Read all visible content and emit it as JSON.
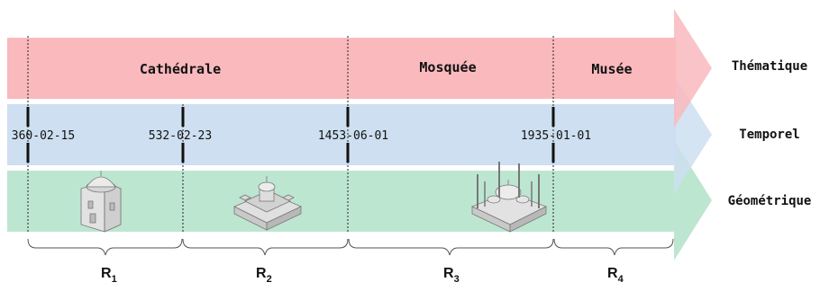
{
  "bands": {
    "thematic": {
      "label": "Thématique",
      "color": "#f9b9bd",
      "segments": [
        "Cathédrale",
        "Mosquée",
        "Musée"
      ]
    },
    "temporal": {
      "label": "Temporel",
      "color": "#cddff0",
      "dates": [
        "360-02-15",
        "532-02-23",
        "1453-06-01",
        "1935-01-01"
      ]
    },
    "geometric": {
      "label": "Géométrique",
      "color": "#bde6d1",
      "icons": [
        "domed-church-icon",
        "cross-plan-building-icon",
        "mosque-with-minarets-icon"
      ]
    }
  },
  "regions": [
    {
      "letter": "R",
      "sub": "1"
    },
    {
      "letter": "R",
      "sub": "2"
    },
    {
      "letter": "R",
      "sub": "3"
    },
    {
      "letter": "R",
      "sub": "4"
    }
  ]
}
